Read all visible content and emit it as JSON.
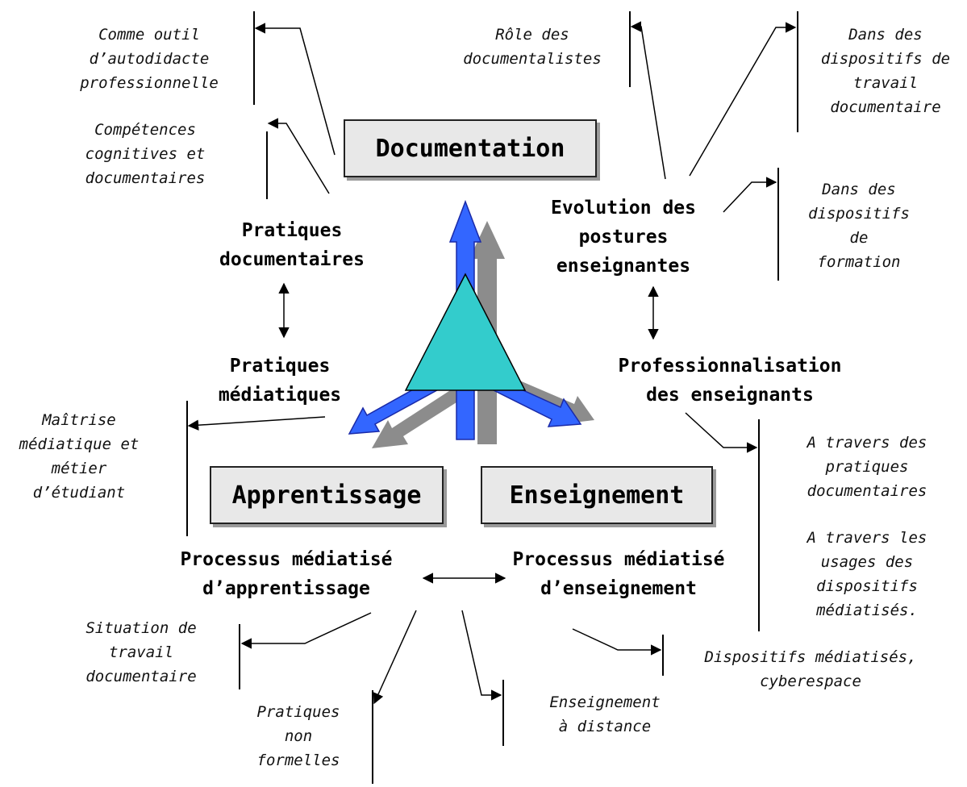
{
  "boxes": {
    "documentation": "Documentation",
    "apprentissage": "Apprentissage",
    "enseignement": "Enseignement"
  },
  "nodes": {
    "pratiques_documentaires": [
      "Pratiques",
      "documentaires"
    ],
    "pratiques_mediatiques": [
      "Pratiques",
      "médiatiques"
    ],
    "evolution_postures": [
      "Evolution des",
      "postures",
      "enseignantes"
    ],
    "professionnalisation": [
      "Professionnalisation",
      "des enseignants"
    ],
    "processus_apprentissage": [
      "Processus médiatisé",
      "d’apprentissage"
    ],
    "processus_enseignement": [
      "Processus médiatisé",
      "d’enseignement"
    ]
  },
  "notes": {
    "outil_autodidacte": [
      "Comme outil",
      "d’autodidacte",
      "professionnelle"
    ],
    "competences": [
      "Compétences",
      "cognitives et",
      "documentaires"
    ],
    "role_documentalistes": [
      "Rôle des",
      "documentalistes"
    ],
    "dispositifs_travail": [
      "Dans des",
      "dispositifs de",
      "travail",
      "documentaire"
    ],
    "dispositifs_formation": [
      "Dans des",
      "dispositifs",
      "de",
      "formation"
    ],
    "maitrise_mediatique": [
      "Maîtrise",
      "médiatique et",
      "métier",
      "d’étudiant"
    ],
    "a_travers_pratiques": [
      "A travers des",
      "pratiques",
      "documentaires"
    ],
    "a_travers_usages": [
      "A travers les",
      "usages des",
      "dispositifs",
      "médiatisés."
    ],
    "dispositifs_cyberespace": [
      "Dispositifs médiatisés,",
      "cyberespace"
    ],
    "situation_travail": [
      "Situation de",
      "travail",
      "documentaire"
    ],
    "pratiques_non_formelles": [
      "Pratiques",
      "non",
      "formelles"
    ],
    "enseignement_distance": [
      "Enseignement",
      "à distance"
    ]
  },
  "colors": {
    "triangle_fill": "#33cccc",
    "arrow_fill": "#3366ff",
    "arrow_shadow": "#8c8c8c",
    "box_fill": "#e8e8e8"
  }
}
